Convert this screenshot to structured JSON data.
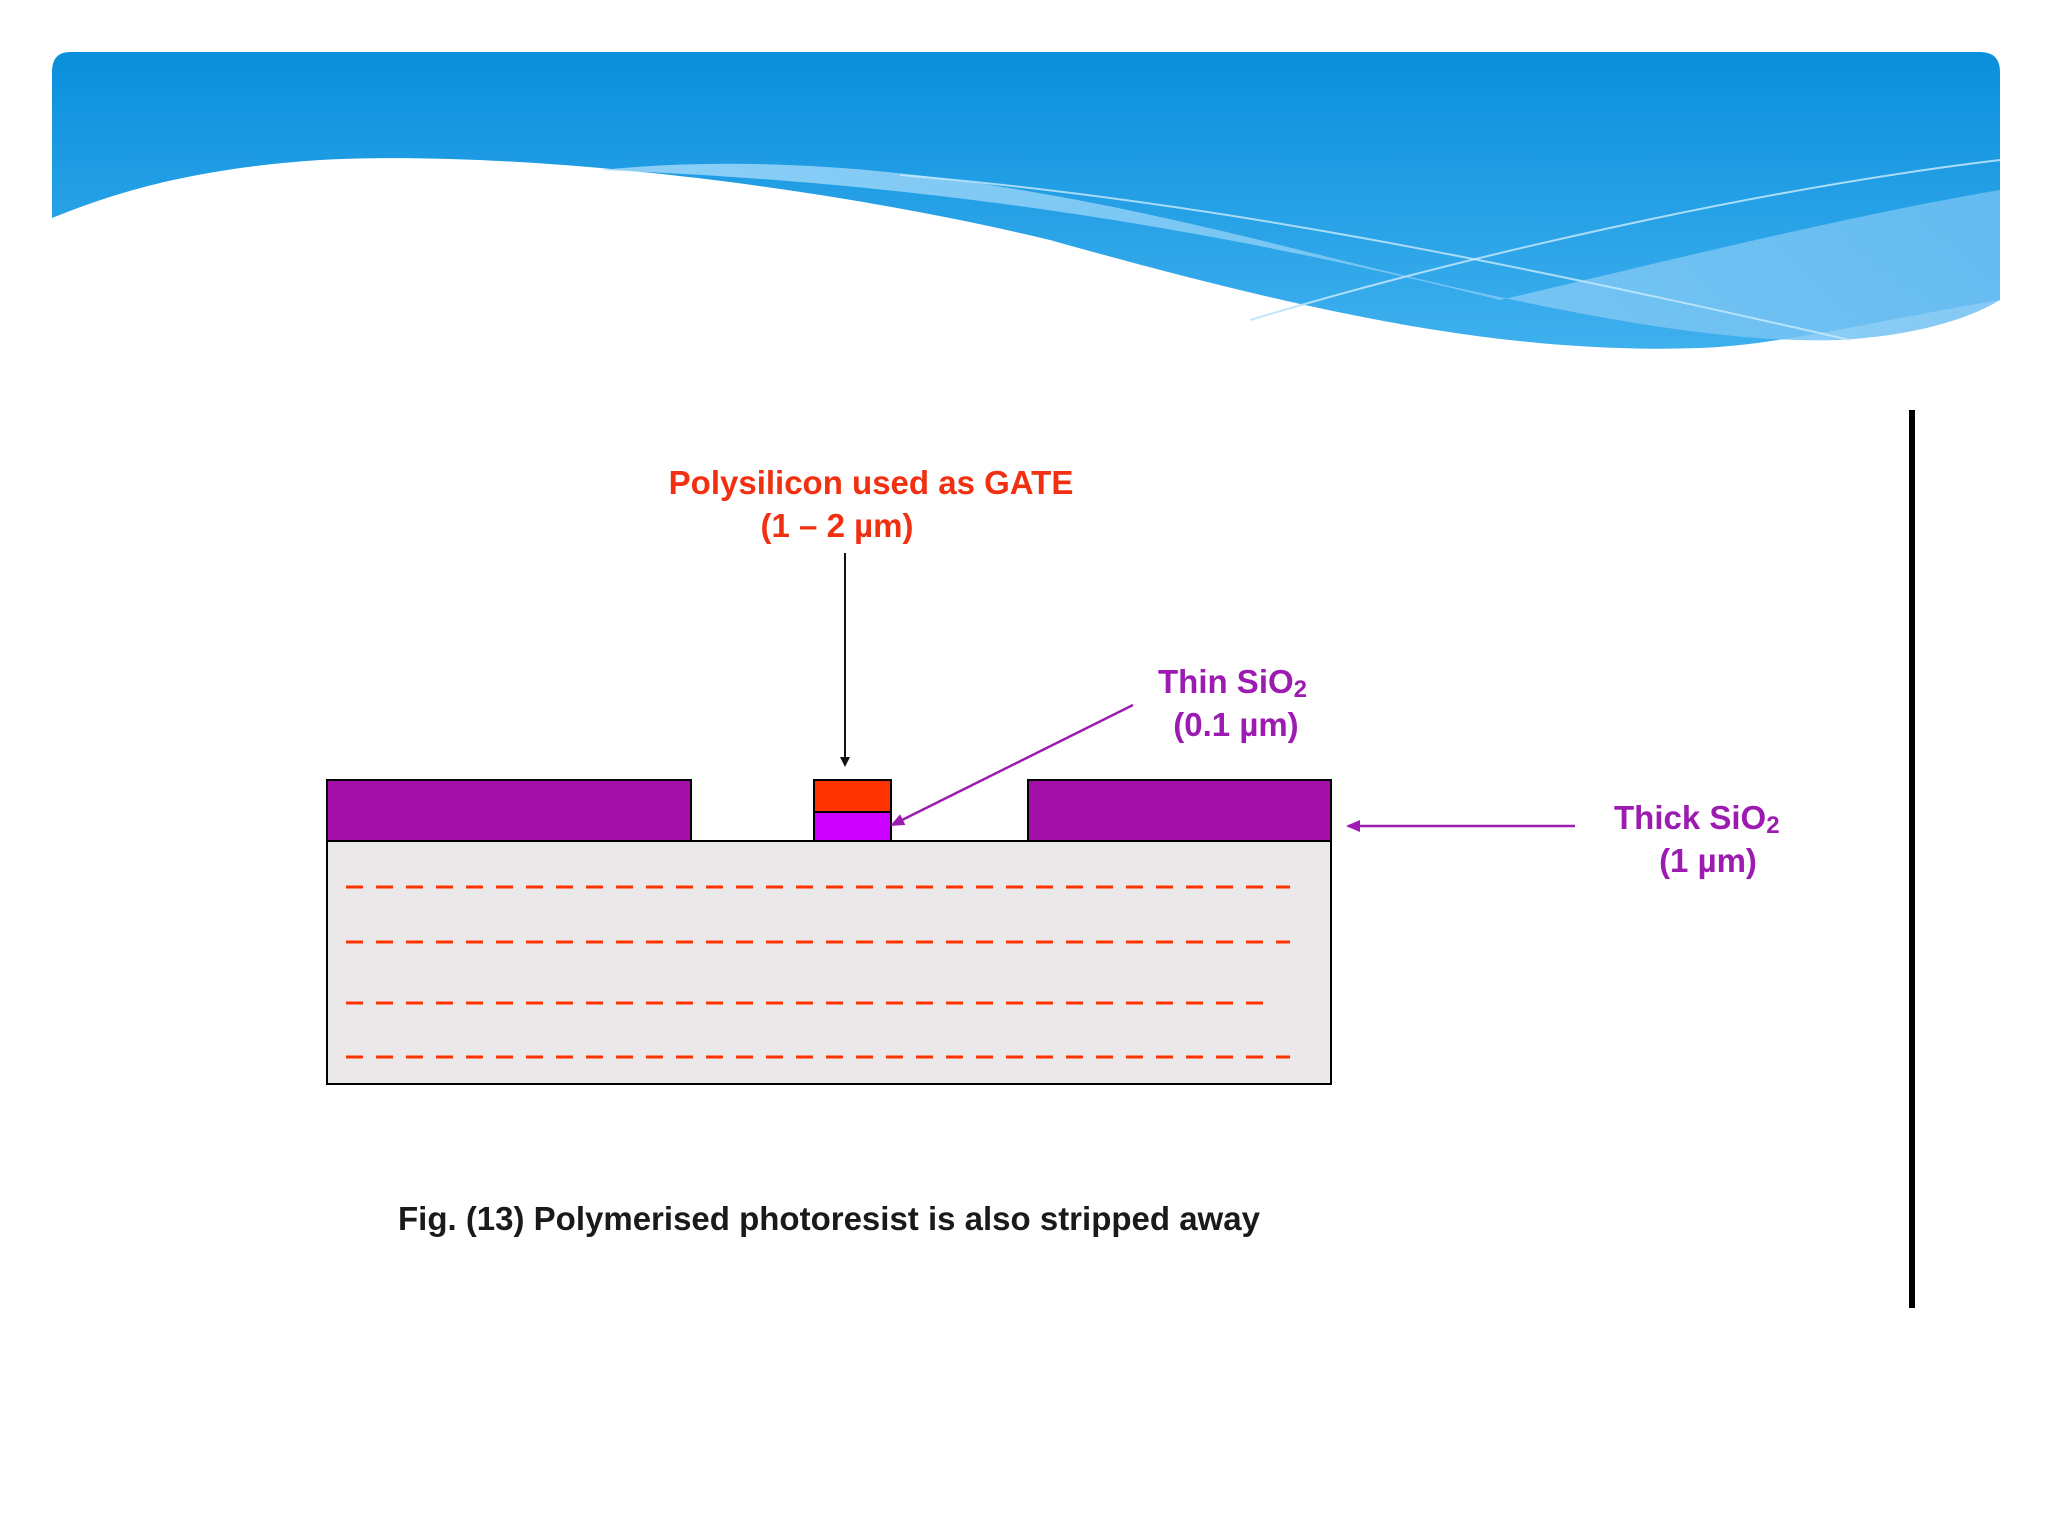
{
  "colors": {
    "header_blue": "#0a93e0",
    "header_light": "#7cc8f5",
    "thick_oxide": "#a410a8",
    "thin_oxide": "#cc00ff",
    "polysilicon": "#ff3300",
    "substrate": "#ebe8ea",
    "dash": "#ff3300",
    "label_red": "#f03010",
    "label_purple": "#9c1bb0",
    "caption": "#1a1a1a"
  },
  "labels": {
    "gate_line1": "Polysilicon used as GATE",
    "gate_line2": "(1 – 2 µm)",
    "thin_line1_main": "Thin SiO",
    "thin_line1_sub": "2",
    "thin_line2": "(0.1 µm)",
    "thick_line1_main": "Thick SiO",
    "thick_line1_sub": "2",
    "thick_line2": "(1 µm)"
  },
  "caption": "Fig. (13) Polymerised photoresist is also stripped away",
  "icons": {
    "header": "wave-banner",
    "arrows": "arrow"
  }
}
